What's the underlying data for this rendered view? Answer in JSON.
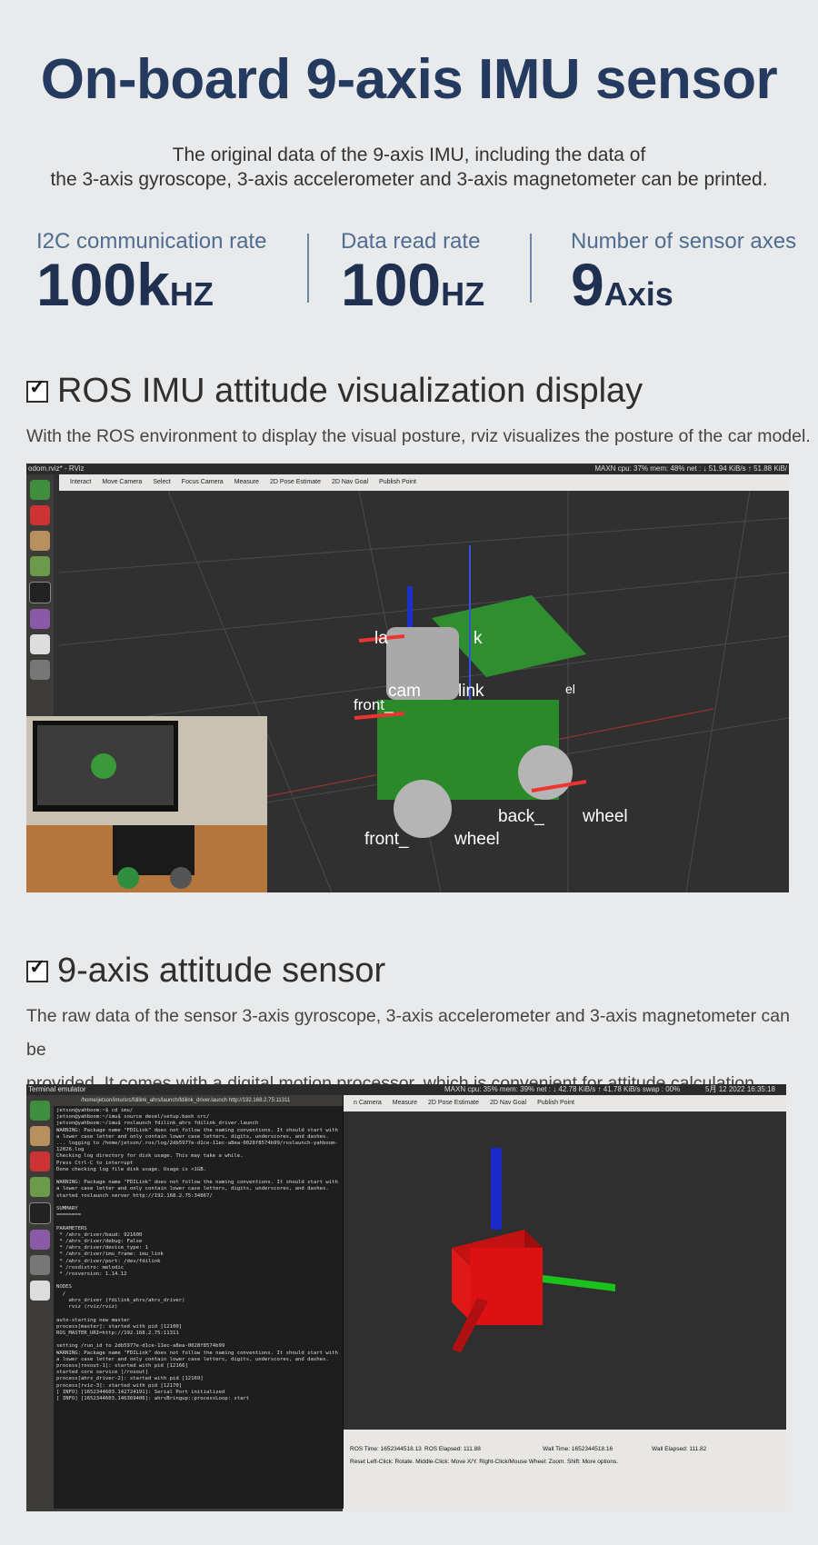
{
  "header": {
    "title": "On-board 9-axis IMU sensor",
    "subtitle_line1": "The original data of the 9-axis IMU, including the data of",
    "subtitle_line2": "the 3-axis gyroscope, 3-axis accelerometer and 3-axis magnetometer can be printed."
  },
  "stats": [
    {
      "label": "I2C communication rate",
      "value": "100k",
      "unit": "HZ"
    },
    {
      "label": "Data read rate",
      "value": "100",
      "unit": "HZ"
    },
    {
      "label": "Number of sensor axes",
      "value": "9",
      "unit": "Axis"
    }
  ],
  "section1": {
    "title": "ROS IMU attitude visualization display",
    "desc": "With the ROS environment to display the visual posture, rviz visualizes the posture of the car model."
  },
  "rviz1": {
    "window_title": "odom.rviz* - RViz",
    "status": "MAXN   cpu: 37% mem: 48% net : ↓ 51.94 KiB/s ↑ 51.88 KiB/",
    "tools": [
      "Interact",
      "Move Camera",
      "Select",
      "Focus Camera",
      "Measure",
      "2D Pose Estimate",
      "2D Nav Goal",
      "Publish Point"
    ],
    "labels": [
      "la",
      "k",
      "cam",
      "link",
      "front_",
      "el",
      "front_",
      "wheel",
      "back_",
      "wheel"
    ]
  },
  "section2": {
    "title": "9-axis attitude sensor",
    "desc_line1": "The raw data of the sensor 3-axis gyroscope, 3-axis accelerometer and 3-axis magnetometer can be",
    "desc_line2": "provided. It comes with a digital motion processor, which is convenient for attitude calculation."
  },
  "shot2": {
    "window_title": "Terminal emulator",
    "status": "MAXN   cpu: 35% mem: 39% net : ↓ 42.78 KiB/s ↑ 41.78 KiB/s swap : 00%",
    "clock": "5月 12 2022    16:35:18",
    "terminal_path": "/home/jetson/imu/src/fdilink_ahrs/launch/fdilink_driver.launch http://192.168.2.75:11311",
    "terminal_text": "jetson@yahboom:~$ cd imu/\njetson@yahboom:~/imu$ source devel/setup.bash src/\njetson@yahboom:~/imu$ roslaunch fdilink_ahrs fdilink_driver.launch\nWARNING: Package name \"FDILink\" does not follow the naming conventions. It should start with a lower case letter and only contain lower case letters, digits, underscores, and dashes.\n... logging to /home/jetson/.ros/log/2db5977e-d1ce-11ec-a8ea-0028f8574b99/roslaunch-yahboom-12026.log\nChecking log directory for disk usage. This may take a while.\nPress Ctrl-C to interrupt\nDone checking log file disk usage. Usage is <1GB.\n\nWARNING: Package name \"FDILink\" does not follow the naming conventions. It should start with a lower case letter and only contain lower case letters, digits, underscores, and dashes.\nstarted roslaunch server http://192.168.2.75:34867/\n\nSUMMARY\n========\n\nPARAMETERS\n * /ahrs_driver/baud: 921600\n * /ahrs_driver/debug: False\n * /ahrs_driver/device_type: 1\n * /ahrs_driver/imu_frame: imu_link\n * /ahrs_driver/port: /dev/fdilink\n * /rosdistro: melodic\n * /rosversion: 1.14.12\n\nNODES\n  /\n    ahrs_driver (fdilink_ahrs/ahrs_driver)\n    rviz (rviz/rviz)\n\nauto-starting new master\nprocess[master]: started with pid [12100]\nROS_MASTER_URI=http://192.168.2.75:11311\n\nsetting /run_id to 2db5977e-d1ce-11ec-a8ea-0028f8574b99\nWARNING: Package name \"FDILink\" does not follow the naming conventions. It should start with a lower case letter and only contain lower case letters, digits, underscores, and dashes.\nprocess[rosout-1]: started with pid [12166]\nstarted core service [/rosout]\nprocess[ahrs_driver-2]: started with pid [12169]\nprocess[rviz-3]: started with pid [12170]\n[ INFO] [1652344603.142724191]: Serial Port initialized\n[ INFO] [1652344603.146369406]: ahrsBringup::processLoop: start",
    "tools": [
      "n Camera",
      "Measure",
      "2D Pose Estimate",
      "2D Nav Goal",
      "Publish Point"
    ],
    "ros_time_label": "ROS Time:",
    "ros_time": "1652344518.13",
    "ros_elapsed_label": "ROS Elapsed:",
    "ros_elapsed": "111.88",
    "wall_time_label": "Wall Time:",
    "wall_time": "1652344518.16",
    "wall_elapsed_label": "Wall Elapsed:",
    "wall_elapsed": "111.82",
    "hint": "Reset   Left-Click: Rotate. Middle-Click: Move X/Y. Right-Click/Mouse Wheel: Zoom. Shift: More options."
  }
}
